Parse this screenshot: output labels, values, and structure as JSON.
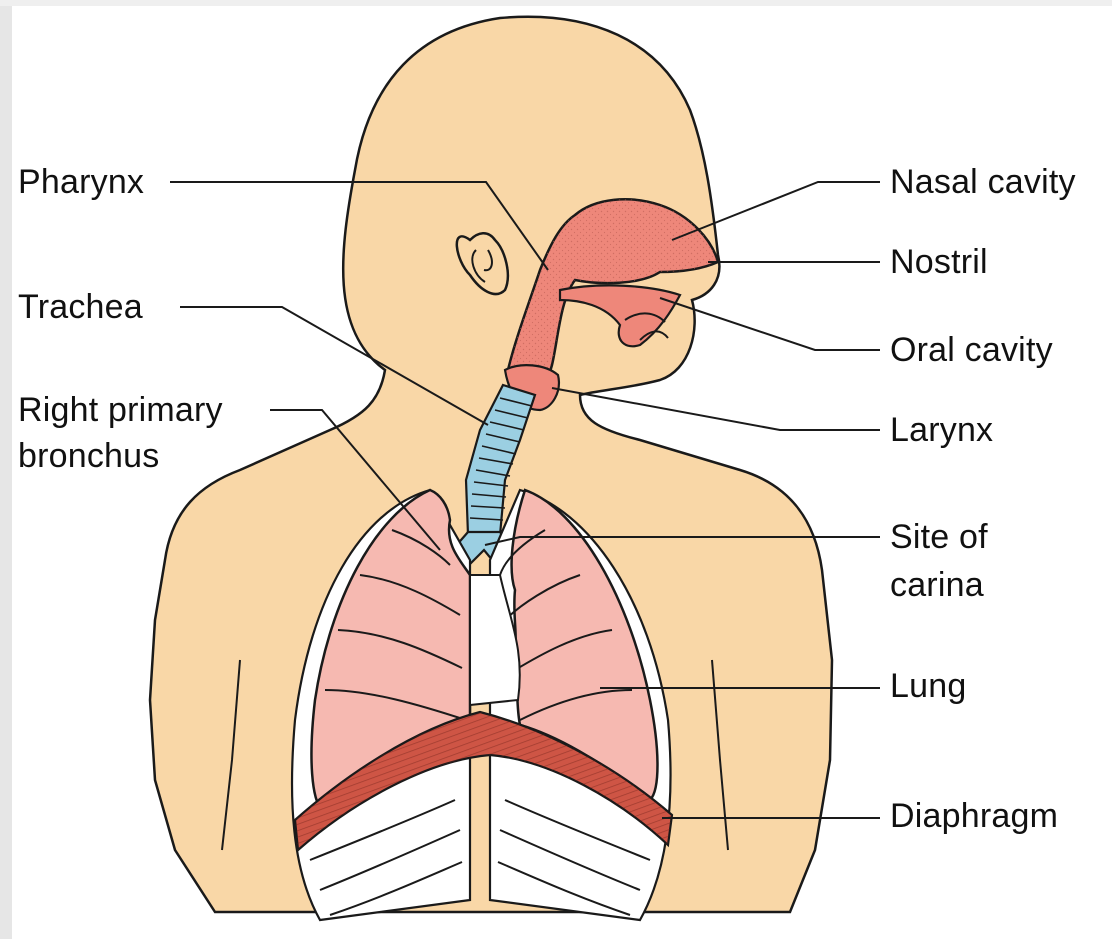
{
  "colors": {
    "skin": "#F9D7A7",
    "airway": "#EE877A",
    "lung": "#F6B9B1",
    "trachea": "#9BCFE2",
    "diaphragm": "#CE5545",
    "line": "#1A1A1A",
    "frame": "#E6E6E6"
  },
  "labels": {
    "pharynx": "Pharynx",
    "trachea": "Trachea",
    "right_primary_bronchus_line1": "Right primary",
    "right_primary_bronchus_line2": "bronchus",
    "nasal_cavity": "Nasal cavity",
    "nostril": "Nostril",
    "oral_cavity": "Oral cavity",
    "larynx": "Larynx",
    "site_of_carina_line1": "Site of",
    "site_of_carina_line2": "carina",
    "lung": "Lung",
    "diaphragm": "Diaphragm"
  }
}
